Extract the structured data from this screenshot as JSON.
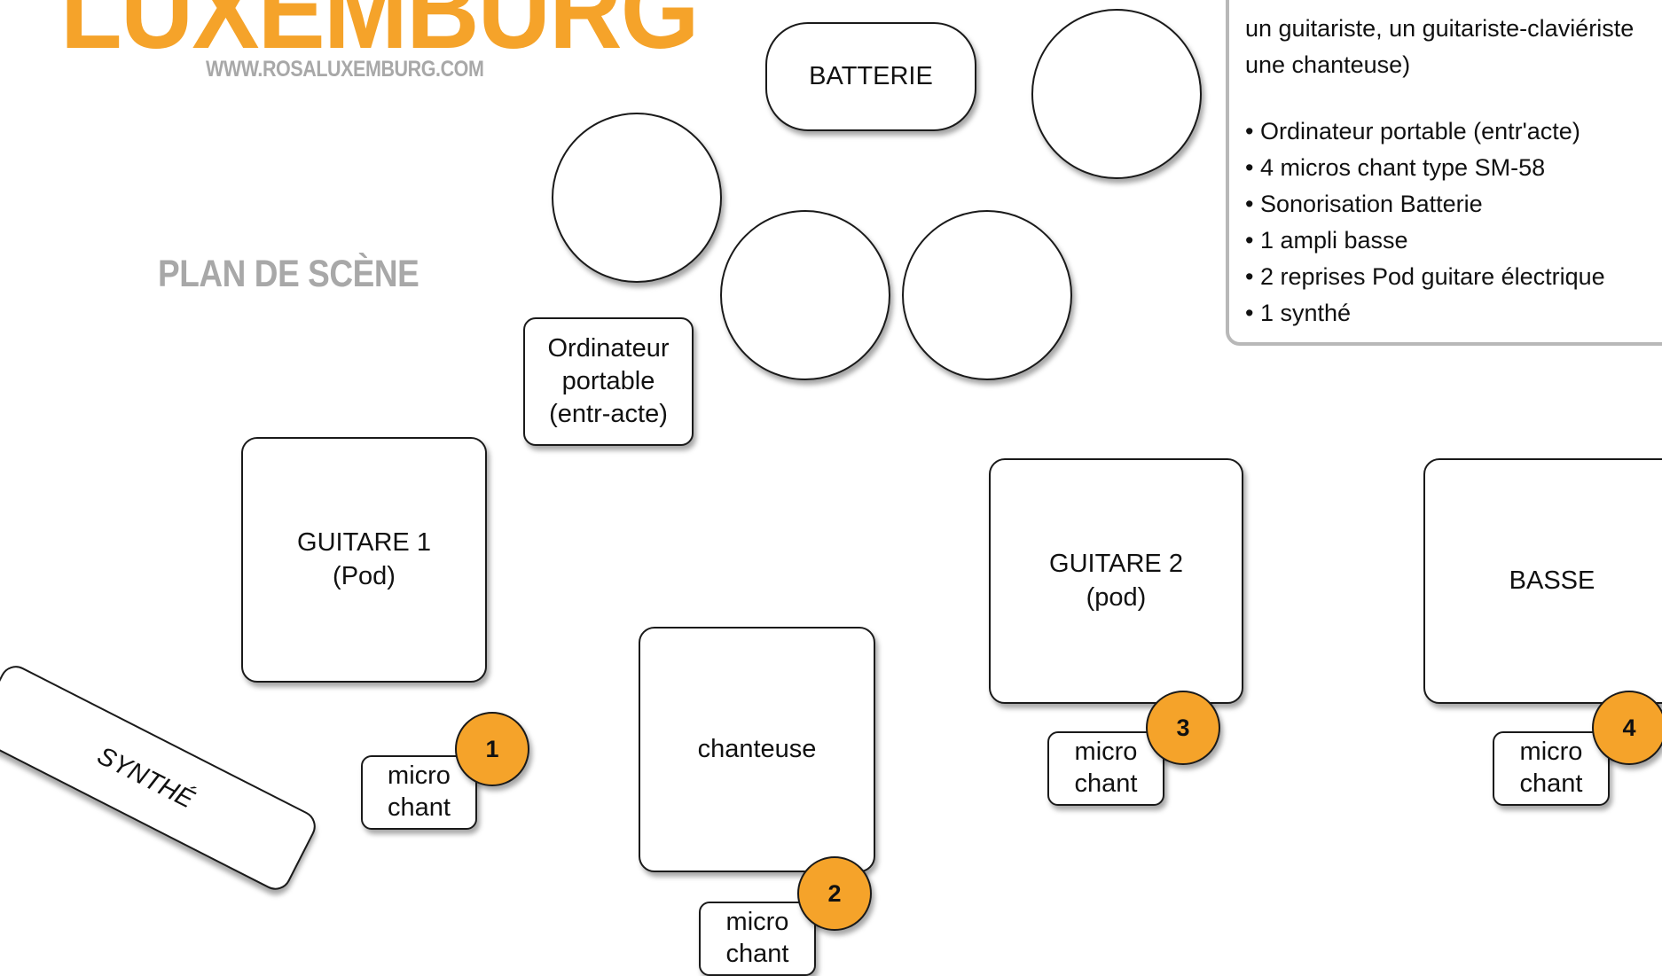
{
  "header": {
    "logo_text": "LUXEMBURG",
    "website": "WWW.ROSALUXEMBURG.COM",
    "plan_title": "PLAN DE SCÈNE"
  },
  "colors": {
    "accent": "#f5a32a",
    "title_gray": "#a8a8a8",
    "outline": "#1a1a1a",
    "info_border": "#b8b8b8"
  },
  "stage": {
    "drums_label": "BATTERIE",
    "laptop_label": "Ordinateur\nportable\n(entr-acte)",
    "guitar1_label": "GUITARE 1\n(Pod)",
    "guitar2_label": "GUITARE 2\n(pod)",
    "bass_label": "BASSE",
    "singer_label": "chanteuse",
    "synth_label": "SYNTHÉ",
    "mics": [
      {
        "number": "1",
        "label": "micro\nchant"
      },
      {
        "number": "2",
        "label": "micro\nchant"
      },
      {
        "number": "3",
        "label": "micro\nchant"
      },
      {
        "number": "4",
        "label": "micro\nchant"
      }
    ]
  },
  "info": {
    "intro_line1": "un guitariste, un guitariste-claviériste",
    "intro_line2": "une chanteuse)",
    "items": [
      "Ordinateur portable (entr'acte)",
      "4 micros chant type SM-58",
      "Sonorisation Batterie",
      "1 ampli basse",
      "2 reprises Pod guitare électrique",
      "1 synthé"
    ]
  }
}
